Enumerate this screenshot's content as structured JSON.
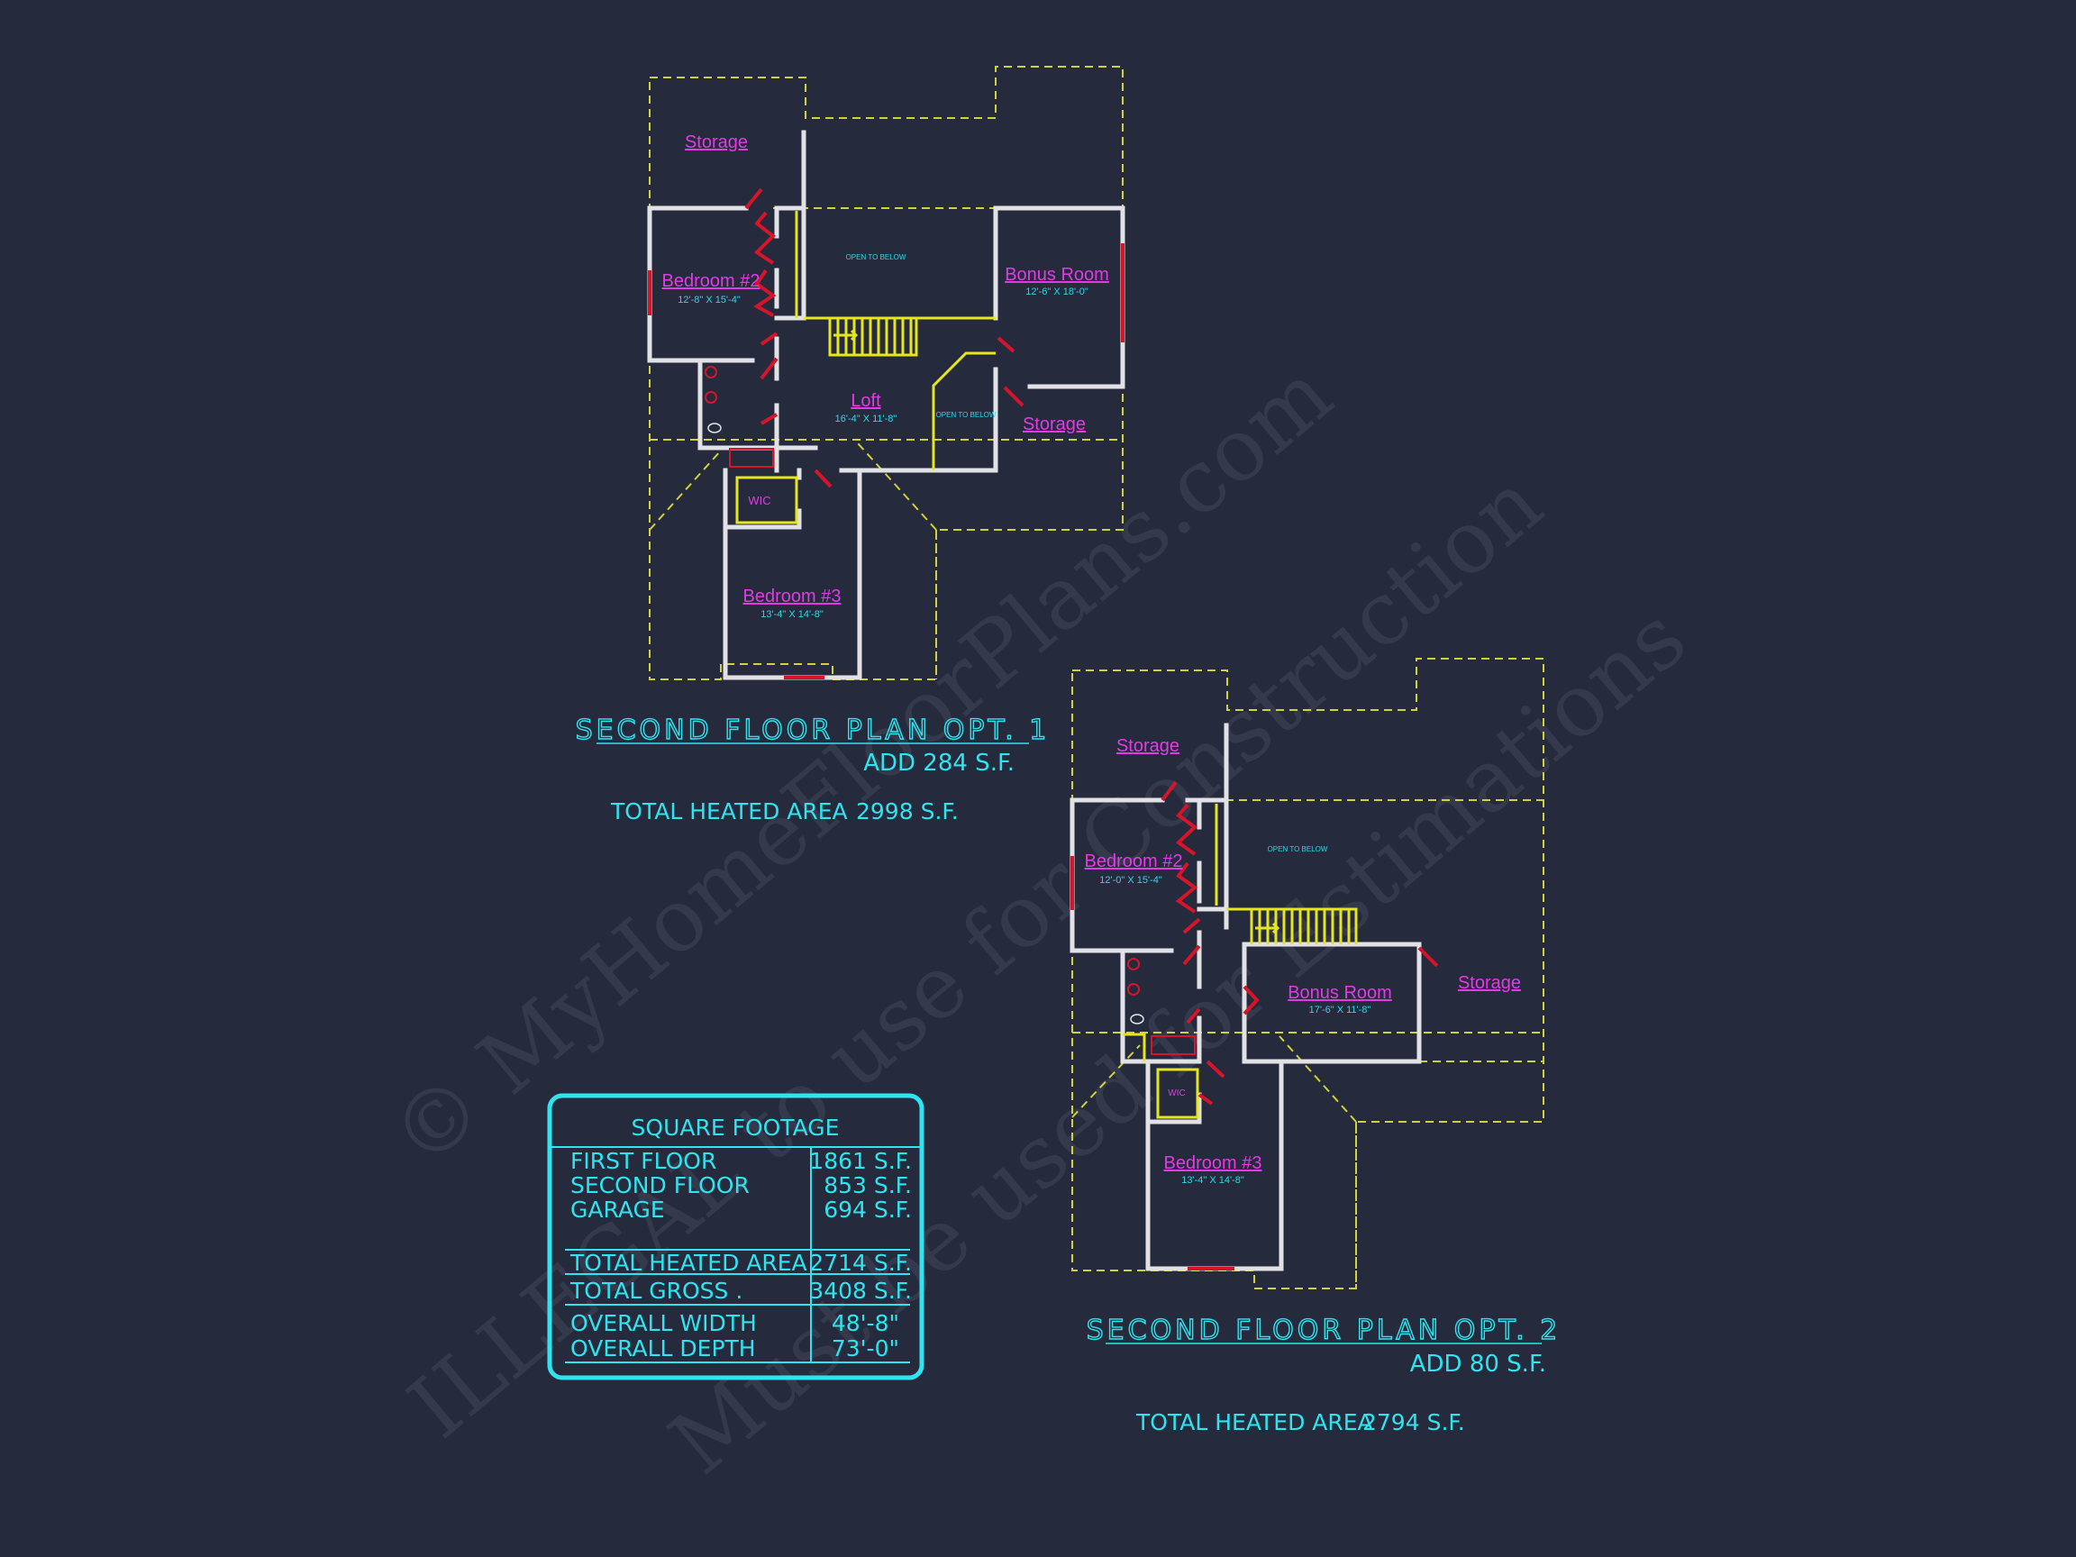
{
  "watermark": {
    "line1": "© MyHomeFloorPlans.com",
    "line2": "ILLEGAL to use for Construction",
    "line3": "Must be used for Estimations"
  },
  "plan1": {
    "title": "SECOND FLOOR PLAN OPT. 1",
    "add": "ADD 284 S.F.",
    "total_label": "TOTAL HEATED AREA",
    "total_value": "2998 S.F.",
    "rooms": {
      "storage_nw": "Storage",
      "bedroom2": "Bedroom #2",
      "bedroom2_dim": "12'-8\" X 15'-4\"",
      "open_below_1": "OPEN TO BELOW",
      "bonus": "Bonus Room",
      "bonus_dim": "12'-6\" X 18'-0\"",
      "loft": "Loft",
      "loft_dim": "16'-4\" X 11'-8\"",
      "open_below_2": "OPEN TO BELOW",
      "storage_e": "Storage",
      "wic": "WIC",
      "bedroom3": "Bedroom #3",
      "bedroom3_dim": "13'-4\" X 14'-8\""
    }
  },
  "plan2": {
    "title": "SECOND FLOOR PLAN OPT. 2",
    "add": "ADD 80 S.F.",
    "total_label": "TOTAL HEATED AREA",
    "total_value": "2794 S.F.",
    "rooms": {
      "storage_nw": "Storage",
      "bedroom2": "Bedroom #2",
      "bedroom2_dim": "12'-0\" X 15'-4\"",
      "open_below": "OPEN TO BELOW",
      "bonus": "Bonus Room",
      "bonus_dim": "17'-6\" X 11'-8\"",
      "storage_e": "Storage",
      "wic": "WIC",
      "bedroom3": "Bedroom #3",
      "bedroom3_dim": "13'-4\" X 14'-8\""
    }
  },
  "square_footage": {
    "title": "SQUARE FOOTAGE",
    "rows": [
      {
        "label": "FIRST FLOOR",
        "value": "1861 S.F."
      },
      {
        "label": "SECOND FLOOR",
        "value": "853 S.F."
      },
      {
        "label": "GARAGE",
        "value": "694 S.F."
      },
      {
        "label": "TOTAL HEATED AREA",
        "value": "2714 S.F."
      },
      {
        "label": "TOTAL GROSS .",
        "value": "3408 S.F."
      },
      {
        "label": "OVERALL WIDTH",
        "value": "48'-8\""
      },
      {
        "label": "OVERALL DEPTH",
        "value": "73'-0\""
      }
    ]
  }
}
